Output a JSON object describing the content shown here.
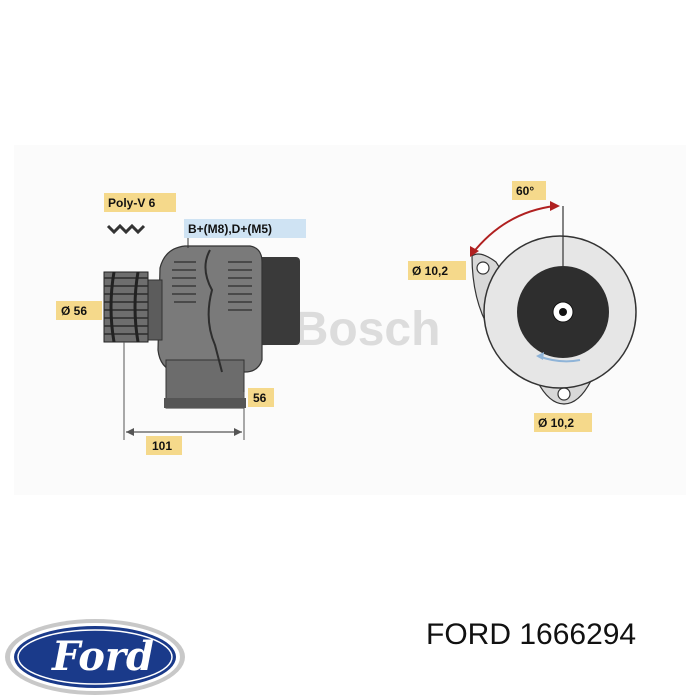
{
  "diagram": {
    "belt_label": "Poly-V 6",
    "terminal_label": "B+(M8),D+(M5)",
    "pulley_diameter": "Ø 56",
    "length_dim": "101",
    "height_dim": "56",
    "angle_label": "60°",
    "hole_top": "Ø 10,2",
    "hole_bottom": "Ø 10,2",
    "watermark": "© Bosch",
    "label_bg_color": "#f5d98b",
    "terminal_bg_color": "#cfe3f3",
    "arrow_color": "#b02020"
  },
  "footer": {
    "brand_logo_text": "Ford",
    "caption": "FORD 1666294"
  }
}
